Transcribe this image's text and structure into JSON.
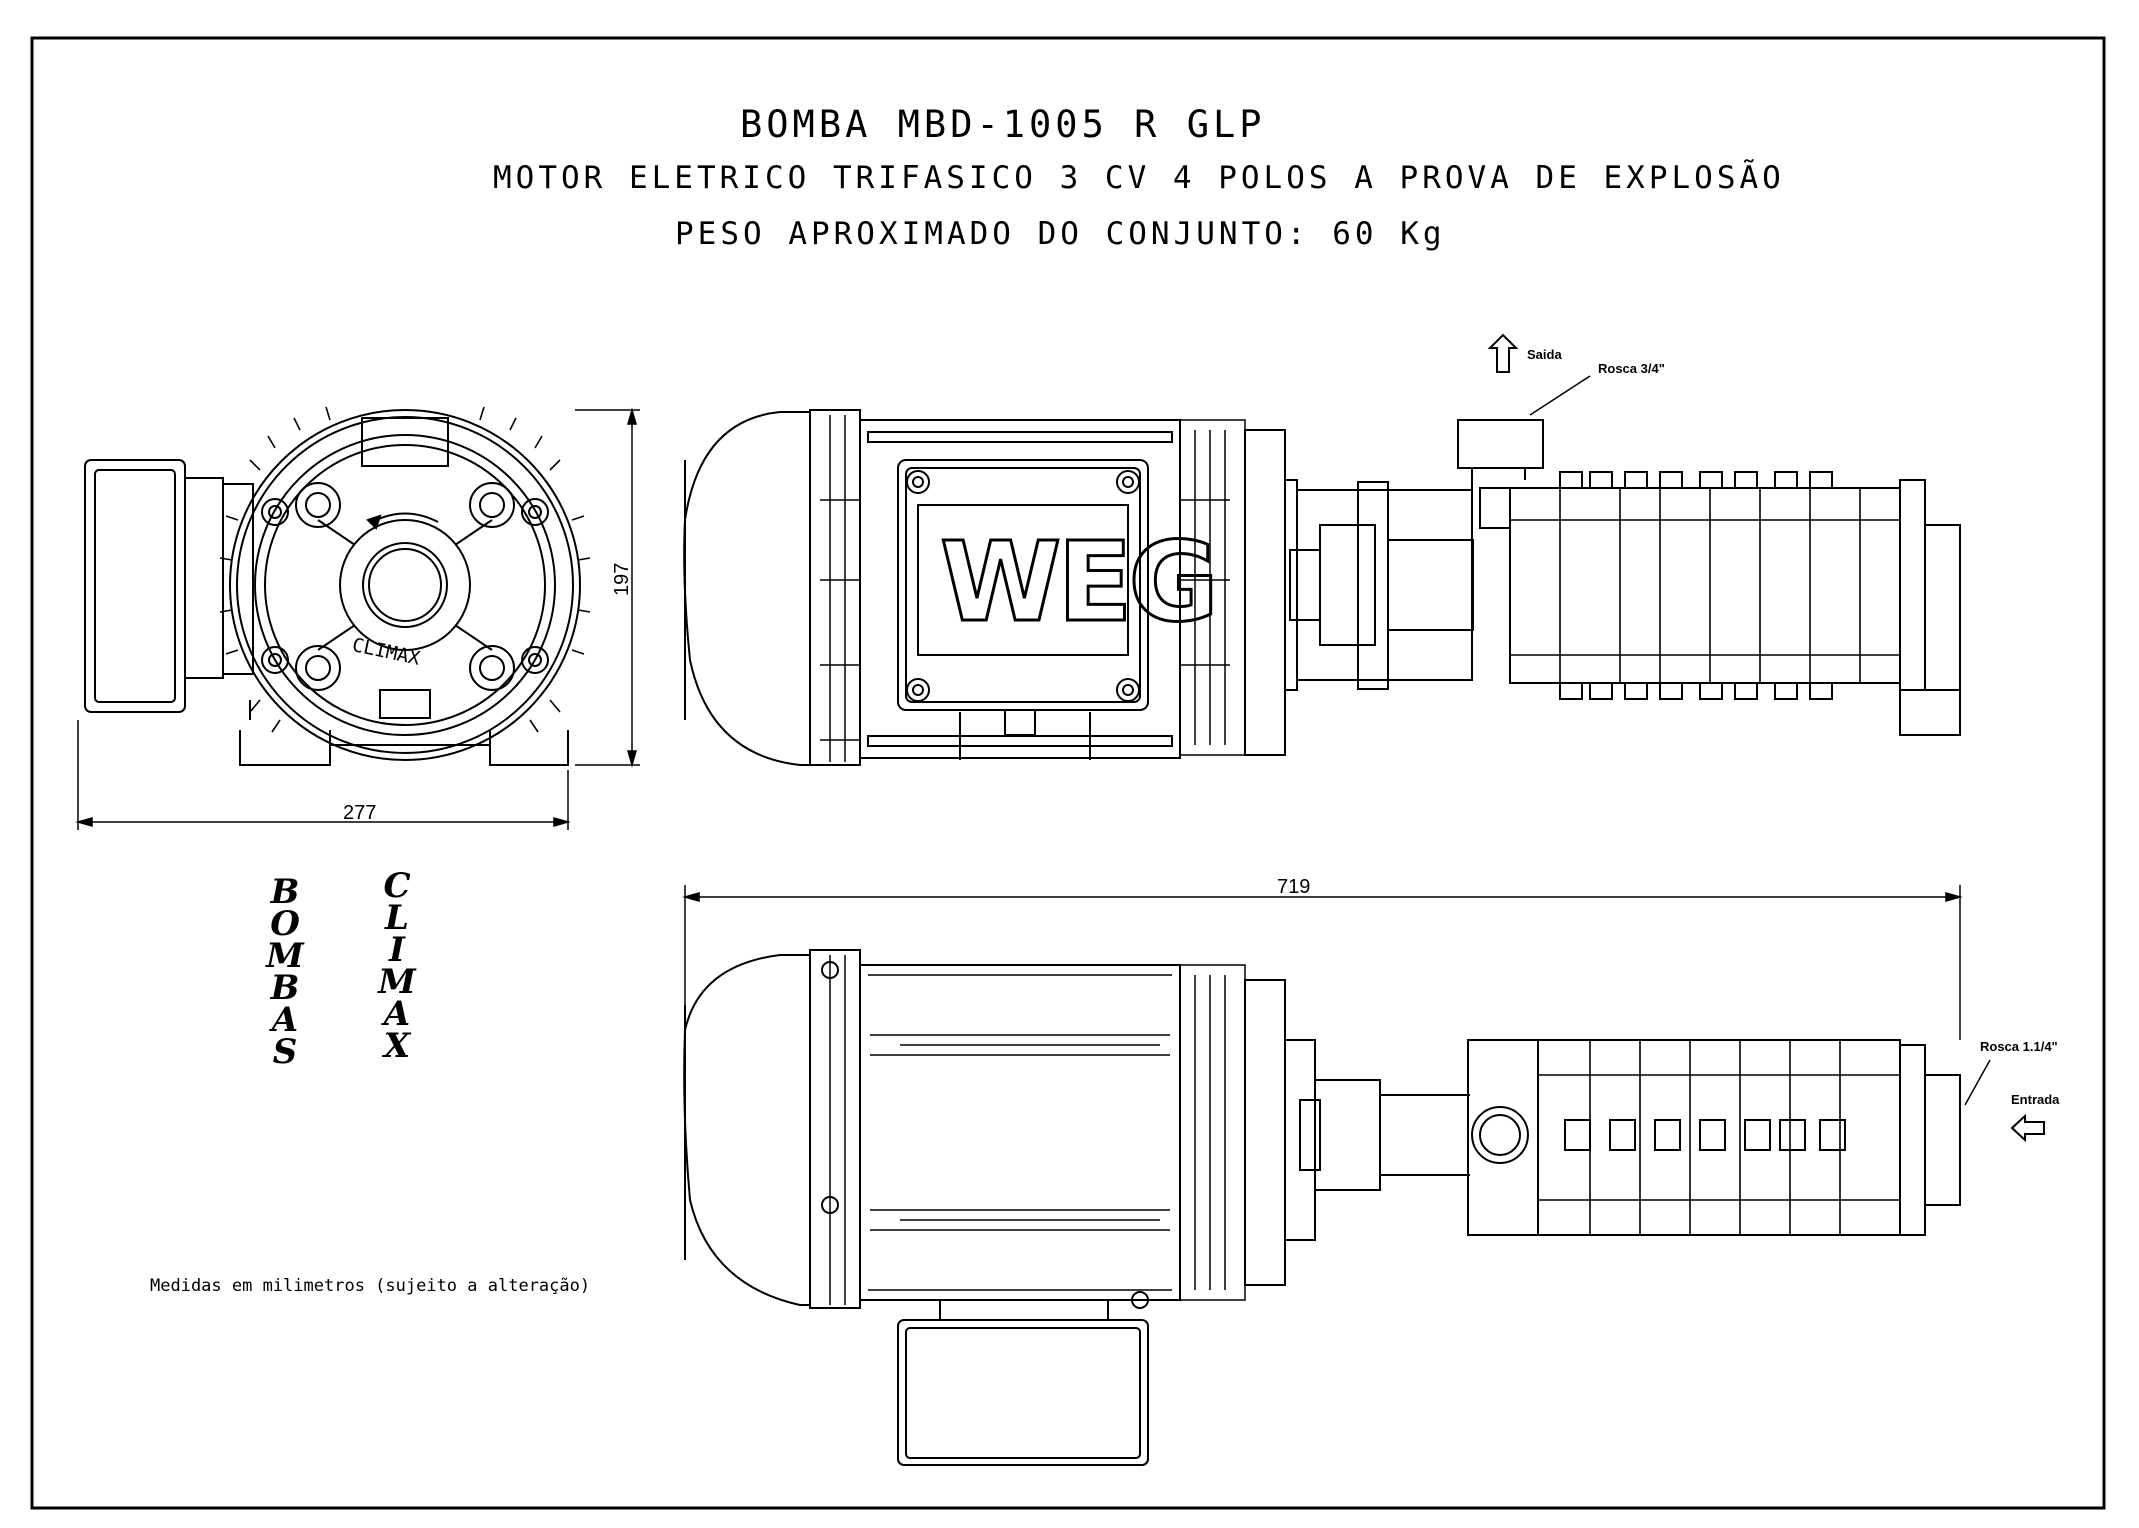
{
  "drawing": {
    "title": "BOMBA MBD-1005 R GLP",
    "motor_spec": "MOTOR ELETRICO TRIFASICO 3 CV 4 POLOS A PROVA DE EXPLOSÃO",
    "weight": "PESO APROXIMADO DO CONJUNTO: 60 Kg",
    "note": "Medidas em milimetros (sujeito a alteração)"
  },
  "brand": {
    "word1": [
      "B",
      "O",
      "M",
      "B",
      "A",
      "S"
    ],
    "word2": [
      "C",
      "L",
      "I",
      "M",
      "A",
      "X"
    ],
    "flange_text": "CLIMAX",
    "motor_logo": "WEG"
  },
  "dimensions": {
    "height": "197",
    "width": "277",
    "length": "719"
  },
  "labels": {
    "outlet": "Saida",
    "outlet_thread": "Rosca 3/4\"",
    "inlet": "Entrada",
    "inlet_thread": "Rosca 1.1/4\""
  },
  "icons": {
    "outlet_arrow": "arrow-up-icon",
    "inlet_arrow": "arrow-left-icon"
  }
}
